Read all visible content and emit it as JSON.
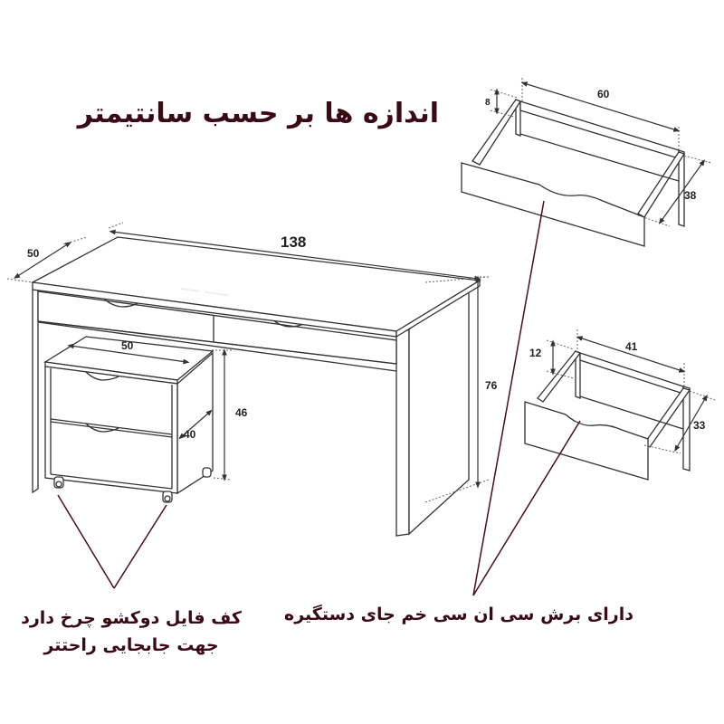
{
  "title": "اندازه ها بر حسب سانتیمتر",
  "desk": {
    "width_label": "138",
    "depth_label": "50",
    "height_label": "76"
  },
  "file_cabinet": {
    "width_label": "50",
    "depth_label": "40",
    "height_label": "46"
  },
  "drawer_large": {
    "width_label": "60",
    "depth_label": "38",
    "height_label": "8"
  },
  "drawer_small": {
    "width_label": "41",
    "depth_label": "33",
    "height_label": "12"
  },
  "notes": {
    "wheels_line1": "کف فایل دوکشو چرخ دارد",
    "wheels_line2": "جهت جابجایی راحتتر",
    "handle": "دارای برش سی ان سی خم جای دستگیره"
  },
  "colors": {
    "text": "#3a0a14",
    "lines": "#333333",
    "leader": "#4a0d1a"
  }
}
